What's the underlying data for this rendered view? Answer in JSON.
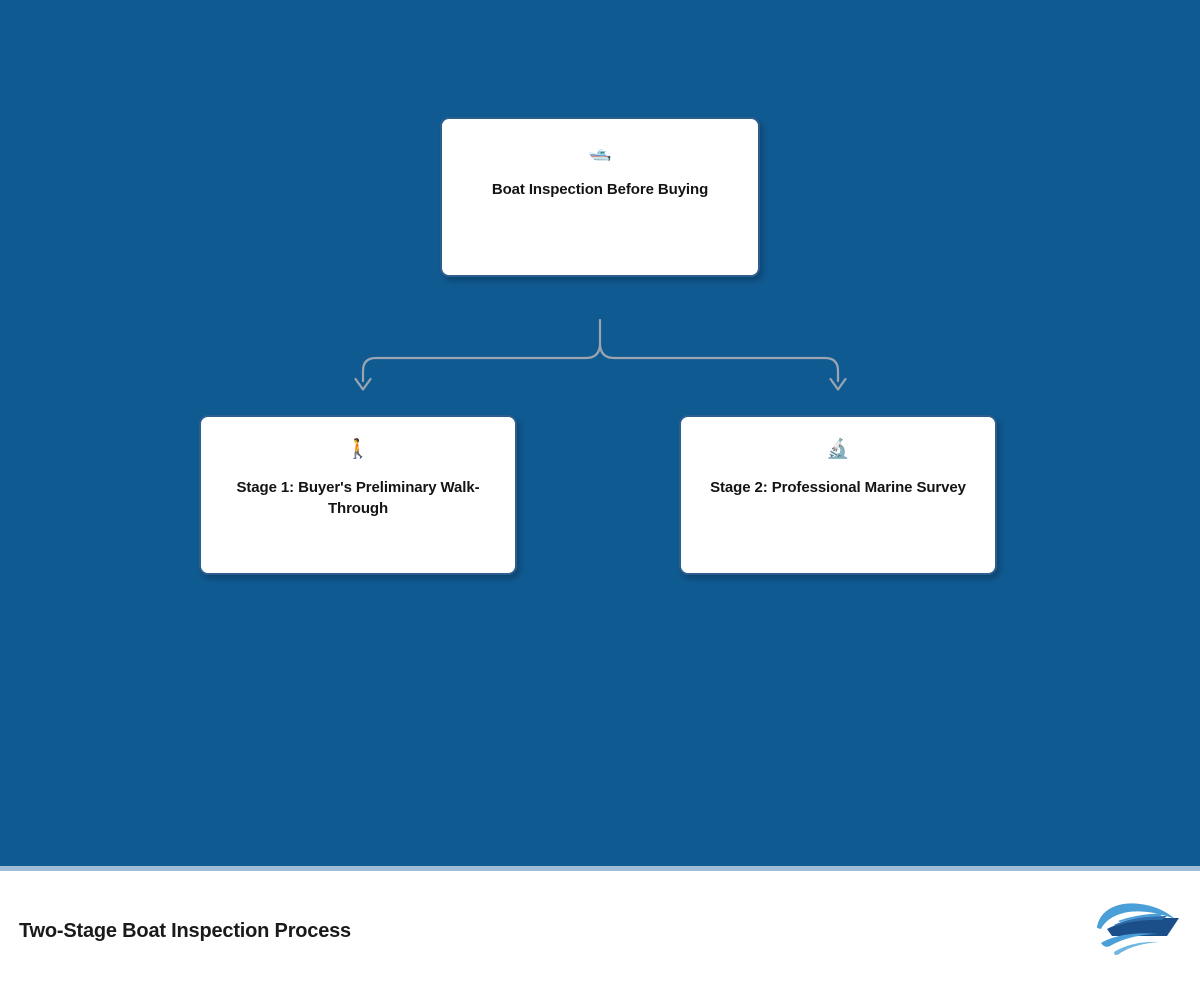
{
  "theme": {
    "stage_background": "#105a92",
    "divider_color": "#9fbdd6",
    "card_background": "#ffffff",
    "card_border": "#2c5e8e",
    "card_text": "#141414",
    "connector_color": "#9aa5b1",
    "footer_background": "#ffffff",
    "footer_text": "#1a1a1a",
    "logo_dark_blue": "#1b4f8a",
    "logo_light_blue": "#4a9fd8"
  },
  "diagram": {
    "type": "tree",
    "root": {
      "id": "root",
      "icon": "🛥️",
      "icon_name": "motorboat-icon",
      "label": "Boat Inspection Before Buying"
    },
    "children": [
      {
        "id": "stage-1",
        "icon": "🚶",
        "icon_name": "walking-person-icon",
        "label": "Stage 1: Buyer's Preliminary Walk-Through"
      },
      {
        "id": "stage-2",
        "icon": "🔬",
        "icon_name": "microscope-icon",
        "label": "Stage 2: Professional Marine Survey"
      }
    ],
    "connectors": [
      {
        "from": "root",
        "to": "stage-1",
        "arrow": "down"
      },
      {
        "from": "root",
        "to": "stage-2",
        "arrow": "down"
      }
    ]
  },
  "footer": {
    "title": "Two-Stage Boat Inspection Process",
    "logo_name": "yacht-wave-logo"
  }
}
